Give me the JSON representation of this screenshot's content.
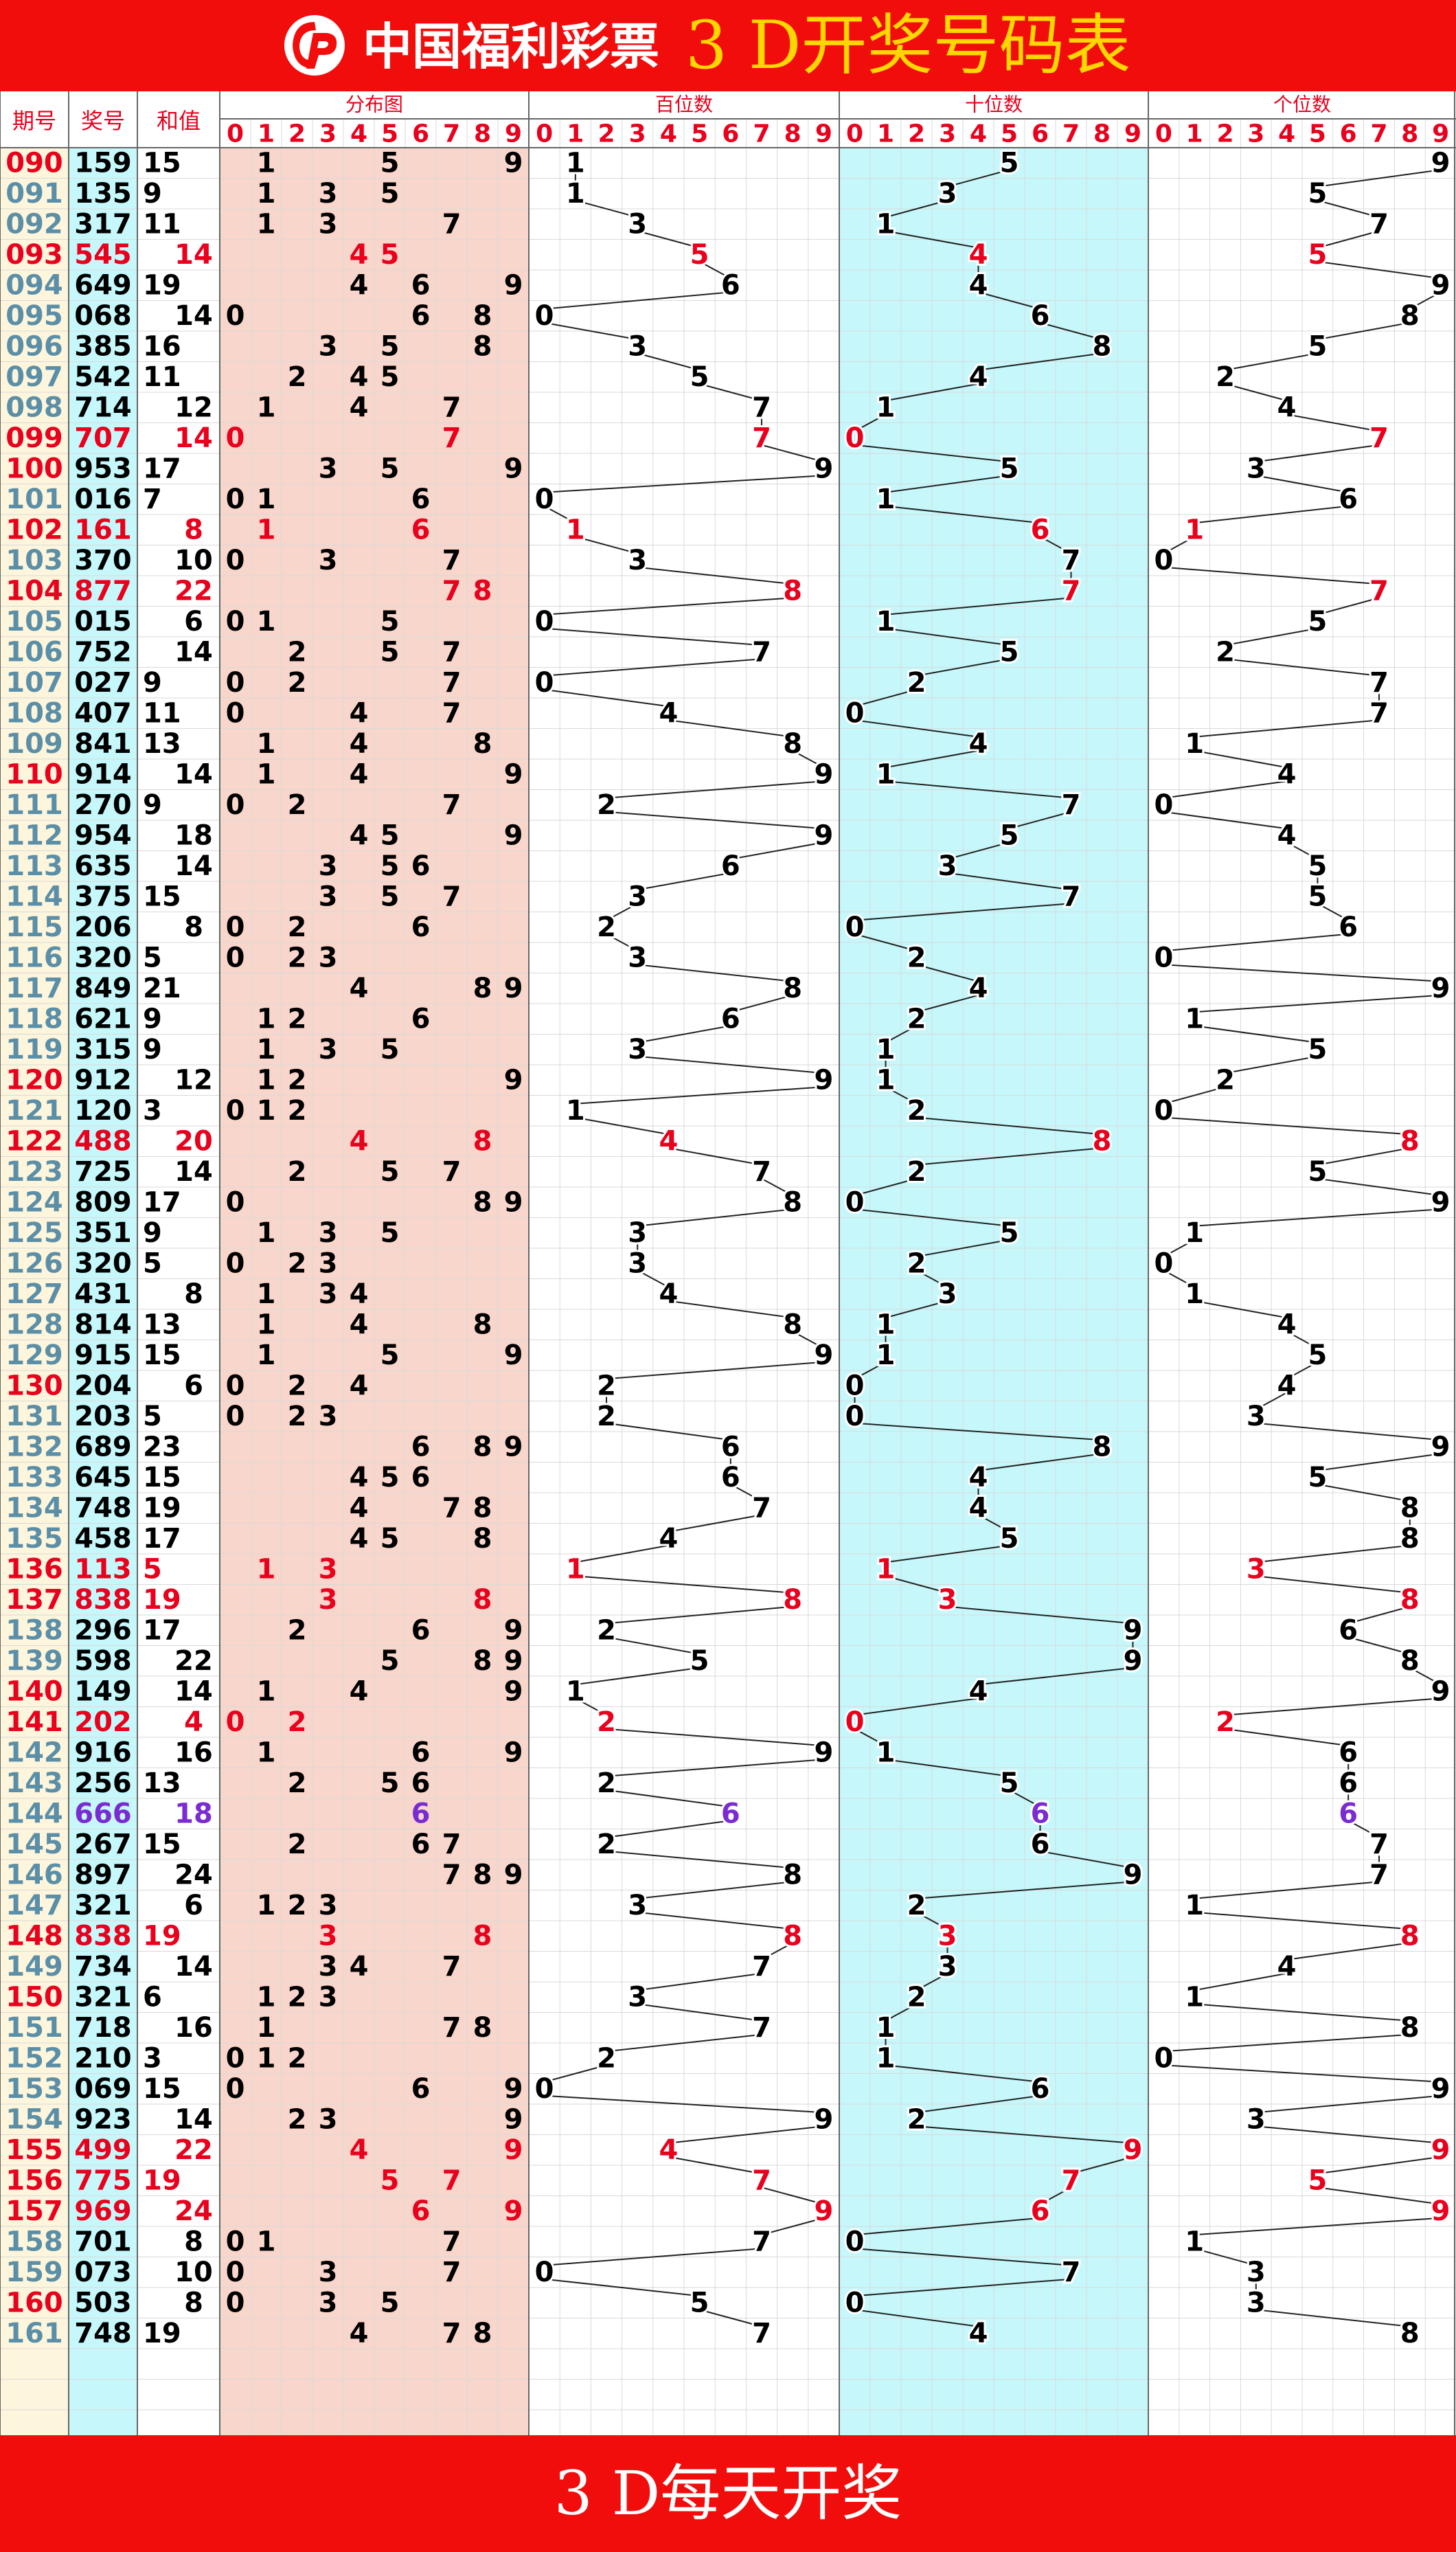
{
  "header": {
    "brand": "中国福利彩票",
    "title": "3 D开奖号码表"
  },
  "footer": {
    "text": "3 D每天开奖"
  },
  "table": {
    "col_headers": {
      "period": "期号",
      "number": "奖号",
      "sum": "和值",
      "distribution": "分布图",
      "hundreds": "百位数",
      "tens": "十位数",
      "units": "个位数"
    },
    "digits": [
      "0",
      "1",
      "2",
      "3",
      "4",
      "5",
      "6",
      "7",
      "8",
      "9"
    ]
  },
  "colors": {
    "header_bg": "#f20d0d",
    "title_gold": "#ffd700",
    "period_col_bg": "#fdf5dc",
    "number_col_bg": "#c6f8fb",
    "distribution_bg": "#f8d6cc",
    "tens_bg": "#c6f8fb",
    "period_text": "#5b8fa8",
    "highlight_red": "#e8001c",
    "triple_purple": "#7a2bd1",
    "normal_text": "#000000"
  },
  "chart_data": {
    "type": "table",
    "title": "3 D开奖号码表",
    "columns": [
      "期号",
      "奖号",
      "和值",
      "分布图",
      "百位数",
      "十位数",
      "个位数"
    ],
    "periods": [
      "090",
      "091",
      "092",
      "093",
      "094",
      "095",
      "096",
      "097",
      "098",
      "099",
      "100",
      "101",
      "102",
      "103",
      "104",
      "105",
      "106",
      "107",
      "108",
      "109",
      "110",
      "111",
      "112",
      "113",
      "114",
      "115",
      "116",
      "117",
      "118",
      "119",
      "120",
      "121",
      "122",
      "123",
      "124",
      "125",
      "126",
      "127",
      "128",
      "129",
      "130",
      "131",
      "132",
      "133",
      "134",
      "135",
      "136",
      "137",
      "138",
      "139",
      "140",
      "141",
      "142",
      "143",
      "144",
      "145",
      "146",
      "147",
      "148",
      "149",
      "150",
      "151",
      "152",
      "153",
      "154",
      "155",
      "156",
      "157",
      "158",
      "159",
      "160",
      "161"
    ],
    "numbers": [
      "159",
      "135",
      "317",
      "545",
      "649",
      "068",
      "385",
      "542",
      "714",
      "707",
      "953",
      "016",
      "161",
      "370",
      "877",
      "015",
      "752",
      "027",
      "407",
      "841",
      "914",
      "270",
      "954",
      "635",
      "375",
      "206",
      "320",
      "849",
      "621",
      "315",
      "912",
      "120",
      "488",
      "725",
      "809",
      "351",
      "320",
      "431",
      "814",
      "915",
      "204",
      "203",
      "689",
      "645",
      "748",
      "458",
      "113",
      "838",
      "296",
      "598",
      "149",
      "202",
      "916",
      "256",
      "666",
      "267",
      "897",
      "321",
      "838",
      "734",
      "321",
      "718",
      "210",
      "069",
      "923",
      "499",
      "775",
      "969",
      "701",
      "073",
      "503",
      "748"
    ],
    "sums": [
      15,
      9,
      11,
      14,
      19,
      14,
      16,
      11,
      12,
      14,
      17,
      7,
      8,
      10,
      22,
      6,
      14,
      9,
      11,
      13,
      14,
      9,
      18,
      14,
      15,
      8,
      5,
      21,
      9,
      9,
      12,
      3,
      20,
      14,
      17,
      9,
      5,
      8,
      13,
      15,
      6,
      5,
      23,
      15,
      19,
      17,
      5,
      19,
      17,
      22,
      14,
      4,
      16,
      13,
      18,
      15,
      24,
      6,
      19,
      14,
      6,
      16,
      3,
      15,
      14,
      22,
      19,
      24,
      8,
      10,
      8,
      19
    ],
    "sum_positions": [
      "L",
      "L",
      "L",
      "R",
      "L",
      "R",
      "L",
      "L",
      "R",
      "R",
      "L",
      "L",
      "R",
      "R",
      "R",
      "R",
      "R",
      "L",
      "L",
      "L",
      "R",
      "L",
      "R",
      "R",
      "L",
      "R",
      "L",
      "L",
      "L",
      "L",
      "R",
      "L",
      "R",
      "R",
      "L",
      "L",
      "L",
      "R",
      "L",
      "L",
      "R",
      "L",
      "L",
      "L",
      "L",
      "L",
      "L",
      "L",
      "L",
      "R",
      "R",
      "R",
      "R",
      "L",
      "R",
      "L",
      "R",
      "R",
      "L",
      "R",
      "L",
      "R",
      "L",
      "L",
      "R",
      "R",
      "L",
      "R",
      "R",
      "R",
      "R",
      "L"
    ],
    "red_periods": [
      "090",
      "093",
      "099",
      "100",
      "102",
      "104",
      "110",
      "120",
      "122",
      "130",
      "136",
      "137",
      "140",
      "141",
      "148",
      "150",
      "155",
      "156",
      "157",
      "160"
    ],
    "red_numbers": [
      "545",
      "707",
      "161",
      "877",
      "488",
      "113",
      "838",
      "202",
      "838",
      "499",
      "775",
      "969"
    ],
    "purple_numbers": [
      "666"
    ]
  }
}
